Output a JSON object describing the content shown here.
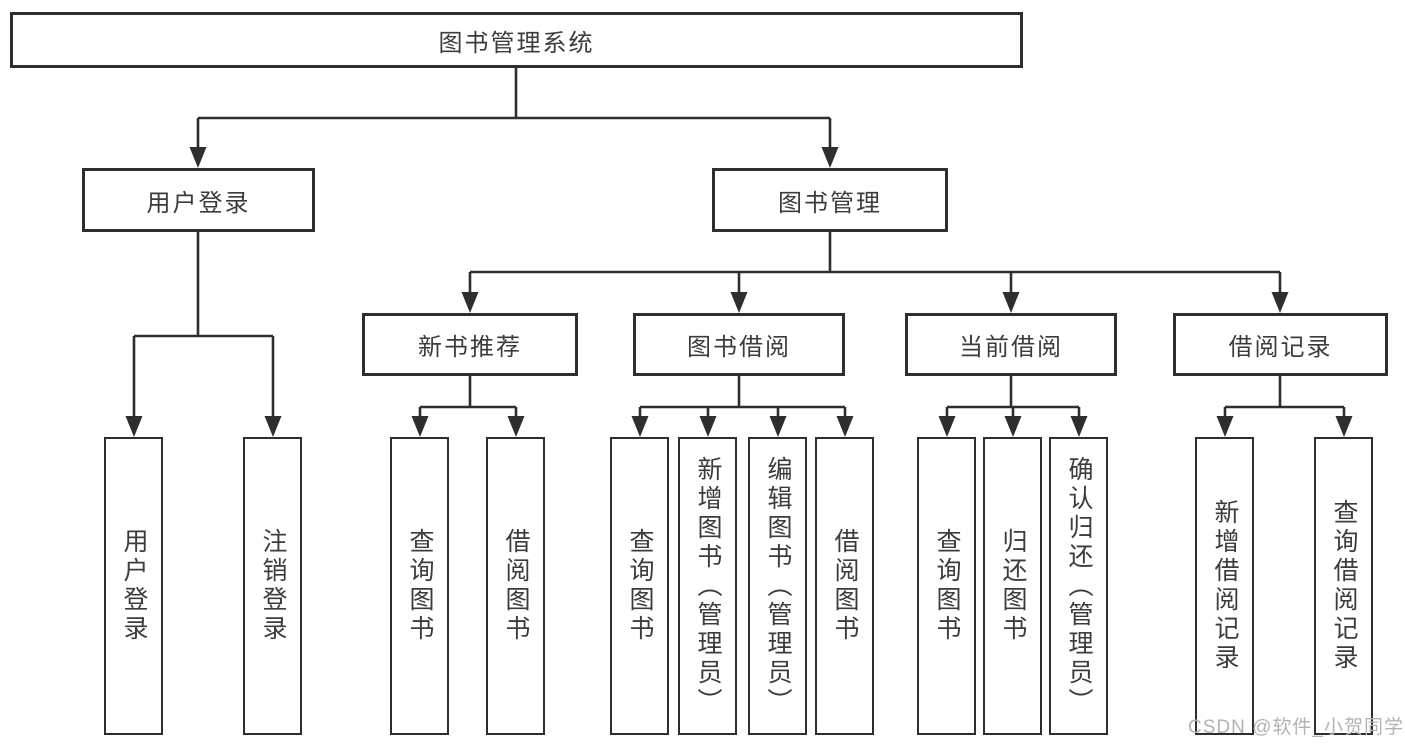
{
  "watermark": "CSDN @软件_小贺同学",
  "tree": {
    "root": "图书管理系统",
    "level2": [
      "用户登录",
      "图书管理"
    ],
    "level3": [
      "新书推荐",
      "图书借阅",
      "当前借阅",
      "借阅记录"
    ],
    "leaves": {
      "user_login": [
        "用户登录",
        "注销登录"
      ],
      "new_book": [
        "查询图书",
        "借阅图书"
      ],
      "book_borrow": [
        "查询图书",
        "新增图书（管理员）",
        "编辑图书（管理员）",
        "借阅图书"
      ],
      "current_borrow": [
        "查询图书",
        "归还图书",
        "确认归还（管理员）"
      ],
      "borrow_record": [
        "新增借阅记录",
        "查询借阅记录"
      ]
    }
  },
  "colors": {
    "line": "#2e2e2e",
    "text": "#3c3c3c",
    "watermark": "#b3b3b3"
  }
}
